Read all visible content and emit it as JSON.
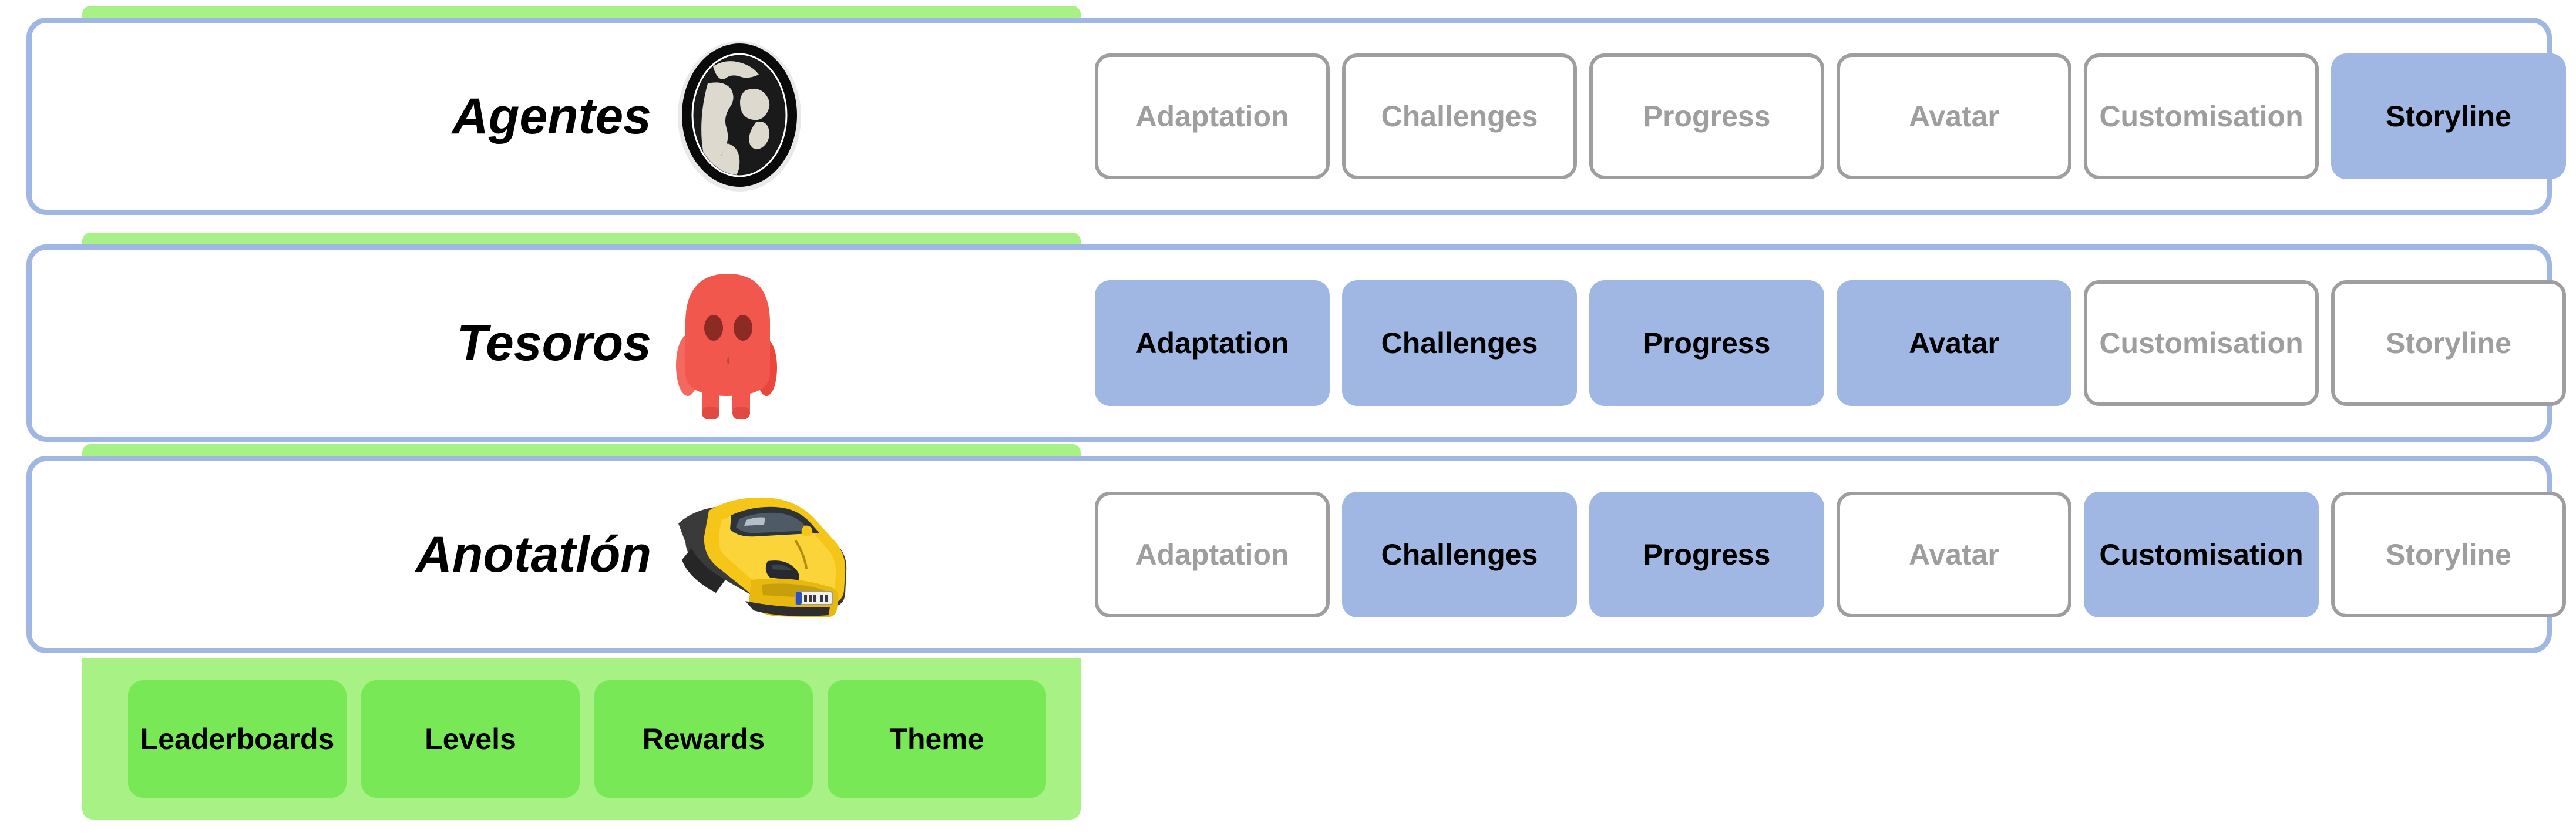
{
  "colors": {
    "panel_border_blue": "#9FB7E2",
    "active_button_blue": "#9FB7E2",
    "inactive_button_border": "#9E9E9E",
    "inactive_button_text": "#9E9E9E",
    "tab_green": "#A7F185",
    "green_button": "#78E857",
    "panel_background": "#FFFFFF",
    "text_black": "#000000"
  },
  "options": {
    "adaptation": "Adaptation",
    "challenges": "Challenges",
    "progress": "Progress",
    "avatar": "Avatar",
    "customisation": "Customisation",
    "storyline": "Storyline"
  },
  "rows": [
    {
      "title": "Agentes",
      "avatar_icon": "globe-icon",
      "buttons": [
        {
          "label": "Adaptation",
          "state": "inactive"
        },
        {
          "label": "Challenges",
          "state": "inactive"
        },
        {
          "label": "Progress",
          "state": "inactive"
        },
        {
          "label": "Avatar",
          "state": "inactive"
        },
        {
          "label": "Customisation",
          "state": "inactive"
        },
        {
          "label": "Storyline",
          "state": "active"
        }
      ]
    },
    {
      "title": "Tesoros",
      "avatar_icon": "red-creature-icon",
      "buttons": [
        {
          "label": "Adaptation",
          "state": "active"
        },
        {
          "label": "Challenges",
          "state": "active"
        },
        {
          "label": "Progress",
          "state": "active"
        },
        {
          "label": "Avatar",
          "state": "active"
        },
        {
          "label": "Customisation",
          "state": "inactive"
        },
        {
          "label": "Storyline",
          "state": "inactive"
        }
      ]
    },
    {
      "title": "Anotatlón",
      "avatar_icon": "yellow-sportscar-icon",
      "buttons": [
        {
          "label": "Adaptation",
          "state": "inactive"
        },
        {
          "label": "Challenges",
          "state": "active"
        },
        {
          "label": "Progress",
          "state": "active"
        },
        {
          "label": "Avatar",
          "state": "inactive"
        },
        {
          "label": "Customisation",
          "state": "active"
        },
        {
          "label": "Storyline",
          "state": "inactive"
        }
      ]
    }
  ],
  "shared_panel": {
    "buttons": [
      {
        "label": "Leaderboards"
      },
      {
        "label": "Levels"
      },
      {
        "label": "Rewards"
      },
      {
        "label": "Theme"
      }
    ]
  }
}
